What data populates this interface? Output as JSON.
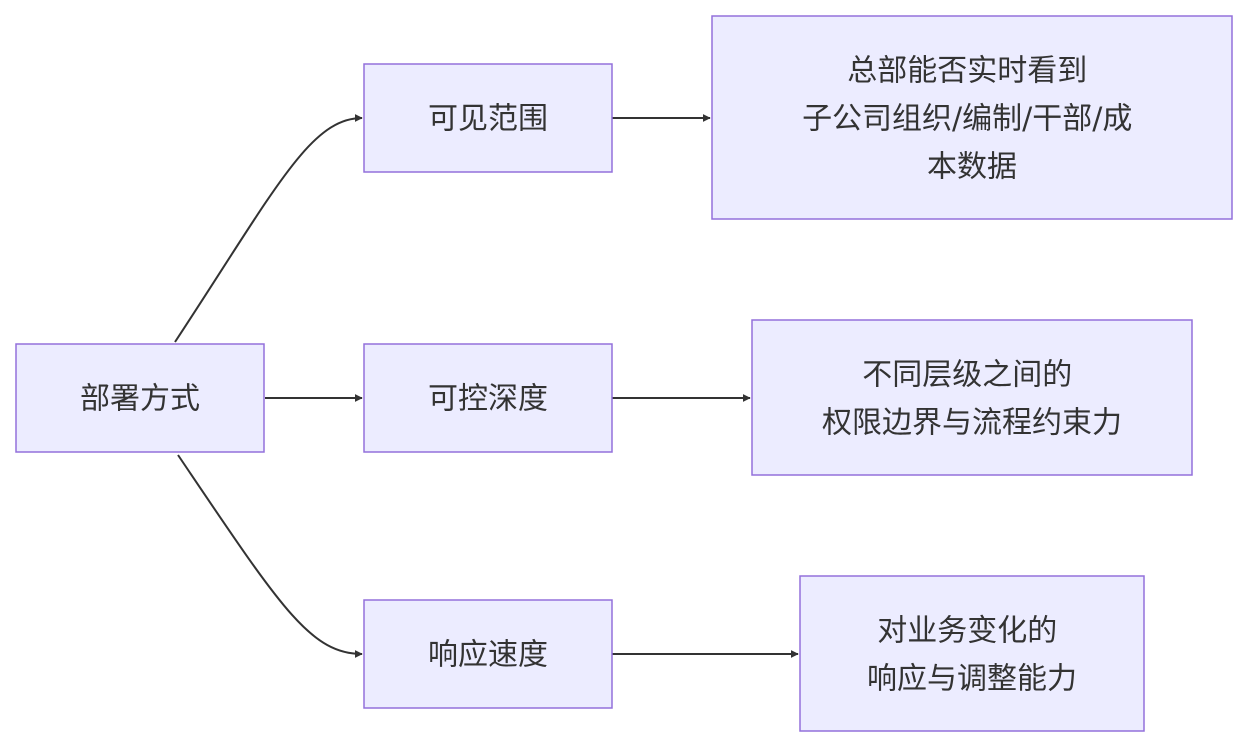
{
  "diagram": {
    "nodes": {
      "deploy": {
        "lines": [
          "部署方式"
        ]
      },
      "visible": {
        "lines": [
          "可见范围"
        ]
      },
      "control": {
        "lines": [
          "可控深度"
        ]
      },
      "speed": {
        "lines": [
          "响应速度"
        ]
      },
      "visible_desc": {
        "lines": [
          "总部能否实时看到",
          "子公司组织/编制/干部/成",
          "本数据"
        ]
      },
      "control_desc": {
        "lines": [
          "不同层级之间的",
          "权限边界与流程约束力"
        ]
      },
      "speed_desc": {
        "lines": [
          "对业务变化的",
          "响应与调整能力"
        ]
      }
    },
    "edges": [
      {
        "from": "deploy",
        "to": "visible"
      },
      {
        "from": "deploy",
        "to": "control"
      },
      {
        "from": "deploy",
        "to": "speed"
      },
      {
        "from": "visible",
        "to": "visible_desc"
      },
      {
        "from": "control",
        "to": "control_desc"
      },
      {
        "from": "speed",
        "to": "speed_desc"
      }
    ]
  }
}
